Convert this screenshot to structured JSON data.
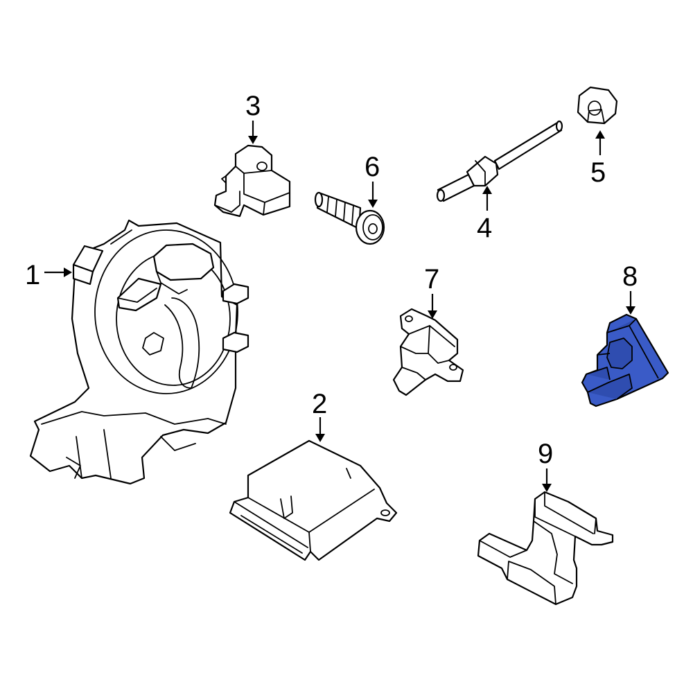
{
  "callouts": [
    {
      "id": "1",
      "label": "1"
    },
    {
      "id": "2",
      "label": "2"
    },
    {
      "id": "3",
      "label": "3"
    },
    {
      "id": "4",
      "label": "4"
    },
    {
      "id": "5",
      "label": "5"
    },
    {
      "id": "6",
      "label": "6"
    },
    {
      "id": "7",
      "label": "7"
    },
    {
      "id": "8",
      "label": "8"
    },
    {
      "id": "9",
      "label": "9"
    }
  ],
  "highlighted_part": "8",
  "colors": {
    "highlight": "#3a5bc7",
    "line": "#000000",
    "background": "#ffffff"
  }
}
